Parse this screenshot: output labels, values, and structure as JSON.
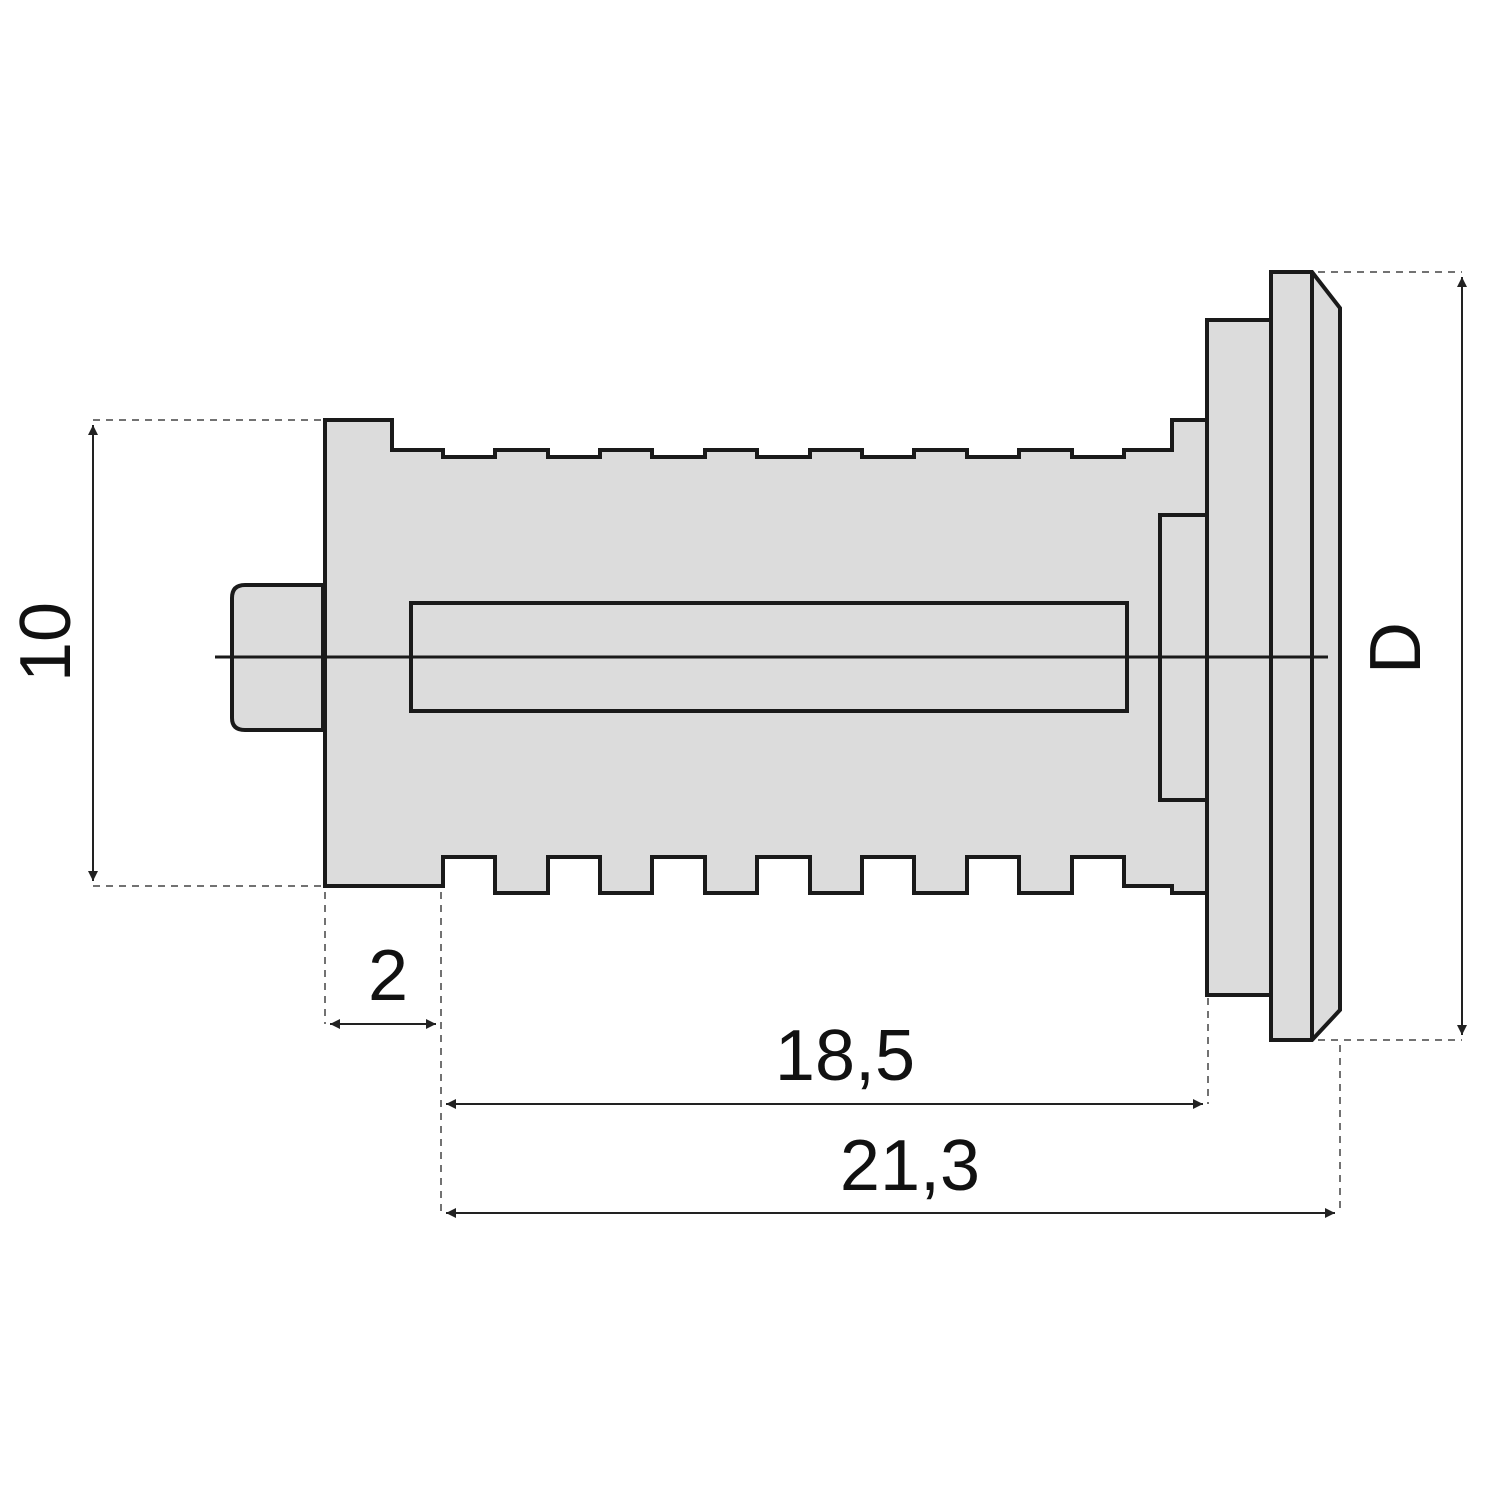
{
  "diagram": {
    "dimensions": {
      "height_label": "10",
      "offset_label": "2",
      "body_length_label": "18,5",
      "total_length_label": "21,3",
      "diameter_label": "D"
    }
  }
}
